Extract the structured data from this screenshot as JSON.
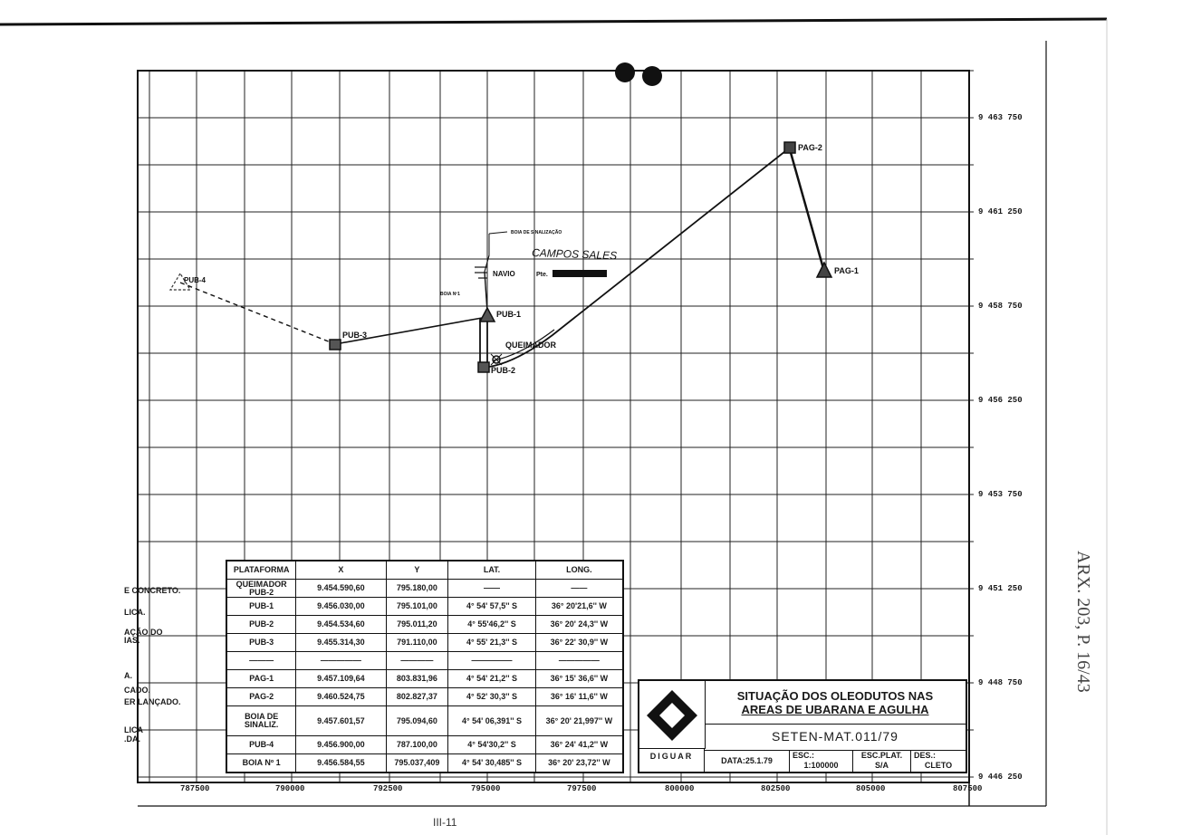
{
  "map": {
    "x_ticks": [
      "787500",
      "790000",
      "792500",
      "795000",
      "797500",
      "800000",
      "802500",
      "805000",
      "807500"
    ],
    "y_ticks": [
      "9 463 750",
      "9 461 250",
      "9 458 750",
      "9 456 250",
      "9 453 750",
      "9 451 250",
      "9 448 750",
      "9 446 250"
    ],
    "platform_labels": {
      "pag2": "PAG-2",
      "pag1": "PAG-1",
      "pub1": "PUB-1",
      "pub2": "PUB-2",
      "pub3": "PUB-3",
      "pub4": "PUB-4",
      "queimador": "QUEIMADOR",
      "navio": "NAVIO",
      "pto": "Pte.",
      "boia_sinal": "BOIA DE SINALIZAÇÃO",
      "boia_n1": "BOIA Nº1",
      "campos_sales": "CAMPOS SALES"
    },
    "legend_left": [
      "E CONCRETO.",
      "LICA.",
      "AÇÃO DO",
      "IAS.",
      "A.",
      "CADO.",
      "ER LANÇADO.",
      "LICA",
      ".DA."
    ],
    "bottom_stamp": "III-11",
    "side_note": "ARX. 203, P. 16/43",
    "line_color": "#1a1a1a"
  },
  "table": {
    "headers": [
      "PLATAFORMA",
      "X",
      "Y",
      "LAT.",
      "LONG."
    ],
    "rows": [
      {
        "name": "QUEIMADOR PUB-2",
        "x": "9.454.590,60",
        "y": "795.180,00",
        "lat": "——",
        "long": "——"
      },
      {
        "name": "PUB-1",
        "x": "9.456.030,00",
        "y": "795.101,00",
        "lat": "4° 54' 57,5'' S",
        "long": "36° 20'21,6'' W"
      },
      {
        "name": "PUB-2",
        "x": "9.454.534,60",
        "y": "795.011,20",
        "lat": "4° 55'46,2'' S",
        "long": "36° 20' 24,3'' W"
      },
      {
        "name": "PUB-3",
        "x": "9.455.314,30",
        "y": "791.110,00",
        "lat": "4° 55' 21,3'' S",
        "long": "36° 22' 30,9'' W"
      },
      {
        "name": "———",
        "x": "—————",
        "y": "————",
        "lat": "—————",
        "long": "—————"
      },
      {
        "name": "PAG-1",
        "x": "9.457.109,64",
        "y": "803.831,96",
        "lat": "4° 54' 21,2'' S",
        "long": "36° 15' 36,6'' W"
      },
      {
        "name": "PAG-2",
        "x": "9.460.524,75",
        "y": "802.827,37",
        "lat": "4° 52' 30,3'' S",
        "long": "36° 16' 11,6'' W"
      },
      {
        "name": "BOIA DE SINALIZ.",
        "x": "9.457.601,57",
        "y": "795.094,60",
        "lat": "4° 54' 06,391'' S",
        "long": "36° 20' 21,997'' W"
      },
      {
        "name": "PUB-4",
        "x": "9.456.900,00",
        "y": "787.100,00",
        "lat": "4° 54'30,2'' S",
        "long": "36° 24' 41,2'' W"
      },
      {
        "name": "BOIA Nº 1",
        "x": "9.456.584,55",
        "y": "795.037,409",
        "lat": "4° 54' 30,485'' S",
        "long": "36° 20' 23,72'' W"
      }
    ]
  },
  "title_block": {
    "title_line1": "SITUAÇÃO DOS OLEODUTOS NAS",
    "title_line2": "AREAS DE UBARANA E AGULHA",
    "code": "SETEN-MAT.011/79",
    "org": "DIGUAR",
    "date": "DATA:25.1.79",
    "scale_label": "ESC.:",
    "scale_value": "1:100000",
    "plat_scale_label": "ESC.PLAT.",
    "plat_scale_value": "S/A",
    "drawn_label": "DES.:",
    "drawn_value": "CLETO"
  }
}
